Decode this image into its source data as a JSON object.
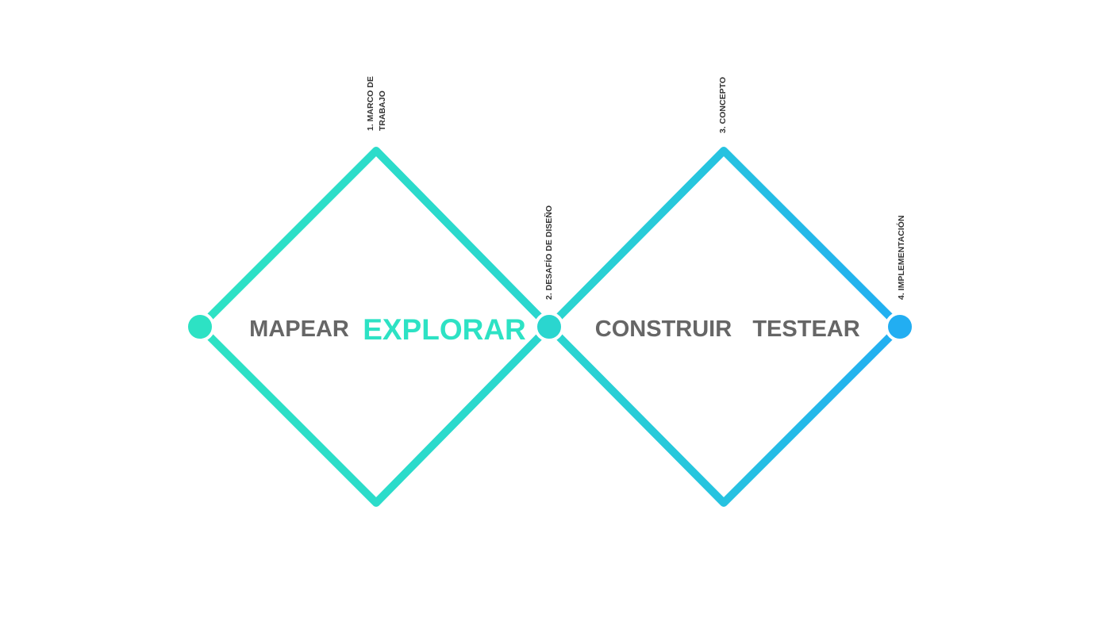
{
  "phases": [
    {
      "label": "MAPEAR",
      "active": false
    },
    {
      "label": "EXPLORAR",
      "active": true
    },
    {
      "label": "CONSTRUIR",
      "active": false
    },
    {
      "label": "TESTEAR",
      "active": false
    }
  ],
  "milestones": [
    {
      "line1": "1. MARCO DE",
      "line2": "TRABAJO"
    },
    {
      "line1": "2. DESAFÍO DE DISEÑO"
    },
    {
      "line1": "3. CONCEPTO"
    },
    {
      "line1": "4. IMPLEMENTACIÓN"
    }
  ],
  "colors": {
    "start": "#2de2c4",
    "mid": "#2ad6cf",
    "end": "#22aef2",
    "text": "#666666",
    "active_text": "#2de2c4",
    "milestone_text": "#333333"
  }
}
